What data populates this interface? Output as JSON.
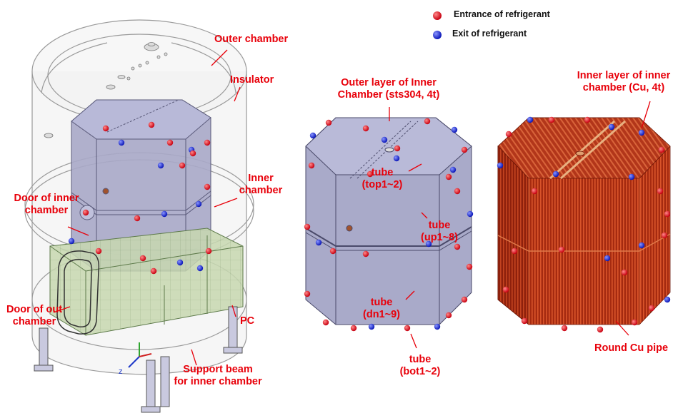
{
  "legend": {
    "entrance_label": "Entrance of refrigerant",
    "exit_label": "Exit of refrigerant",
    "entrance_color": "#e8121b",
    "exit_color": "#1a2bd6"
  },
  "label_color": "#e8000a",
  "left_assembly": {
    "outer_chamber": "Outer chamber",
    "insulator": "Insulator",
    "inner_chamber_line1": "Inner",
    "inner_chamber_line2": "chamber",
    "door_inner_line1": "Door of inner",
    "door_inner_line2": "chamber",
    "door_out_line1": "Door of out",
    "door_out_line2": "chamber",
    "pc": "PC",
    "support_line1": "Support beam",
    "support_line2": "for inner chamber",
    "axis_z": "z"
  },
  "middle_chamber": {
    "outer_layer_line1": "Outer layer of Inner",
    "outer_layer_line2": "Chamber (sts304, 4t)",
    "tube_top_line1": "tube",
    "tube_top_line2": "(top1~2)",
    "tube_up_line1": "tube",
    "tube_up_line2": "(up1~8)",
    "tube_dn_line1": "tube",
    "tube_dn_line2": "(dn1~9)",
    "tube_bot_line1": "tube",
    "tube_bot_line2": "(bot1~2)"
  },
  "right_chamber": {
    "inner_layer_line1": "Inner layer of inner",
    "inner_layer_line2": "chamber (Cu, 4t)",
    "round_pipe": "Round Cu pipe"
  }
}
